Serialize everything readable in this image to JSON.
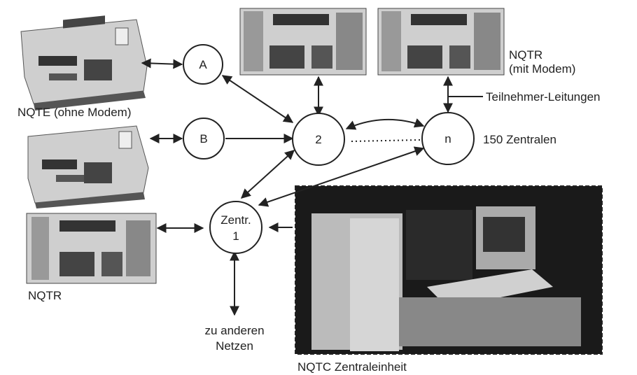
{
  "labels": {
    "nqte_ohne_modem": "NQTE (ohne Modem)",
    "nqtr_mit_modem_line1": "NQTR",
    "nqtr_mit_modem_line2": "(mit Modem)",
    "teilnehmer_leitungen": "Teilnehmer-Leitungen",
    "zentralen_count": "150 Zentralen",
    "nqtr": "NQTR",
    "zu_anderen_line1": "zu anderen",
    "zu_anderen_line2": "Netzen",
    "nqtc_zentraleinheit": "NQTC Zentraleinheit"
  },
  "nodes": {
    "a": "A",
    "b": "B",
    "two": "2",
    "n": "n",
    "zentr_line1": "Zentr.",
    "zentr_line2": "1"
  },
  "colors": {
    "ink": "#222222",
    "device_dark": "#3a3a3a",
    "device_light": "#d8d8d8",
    "photo_bg": "#1a1a1a"
  }
}
